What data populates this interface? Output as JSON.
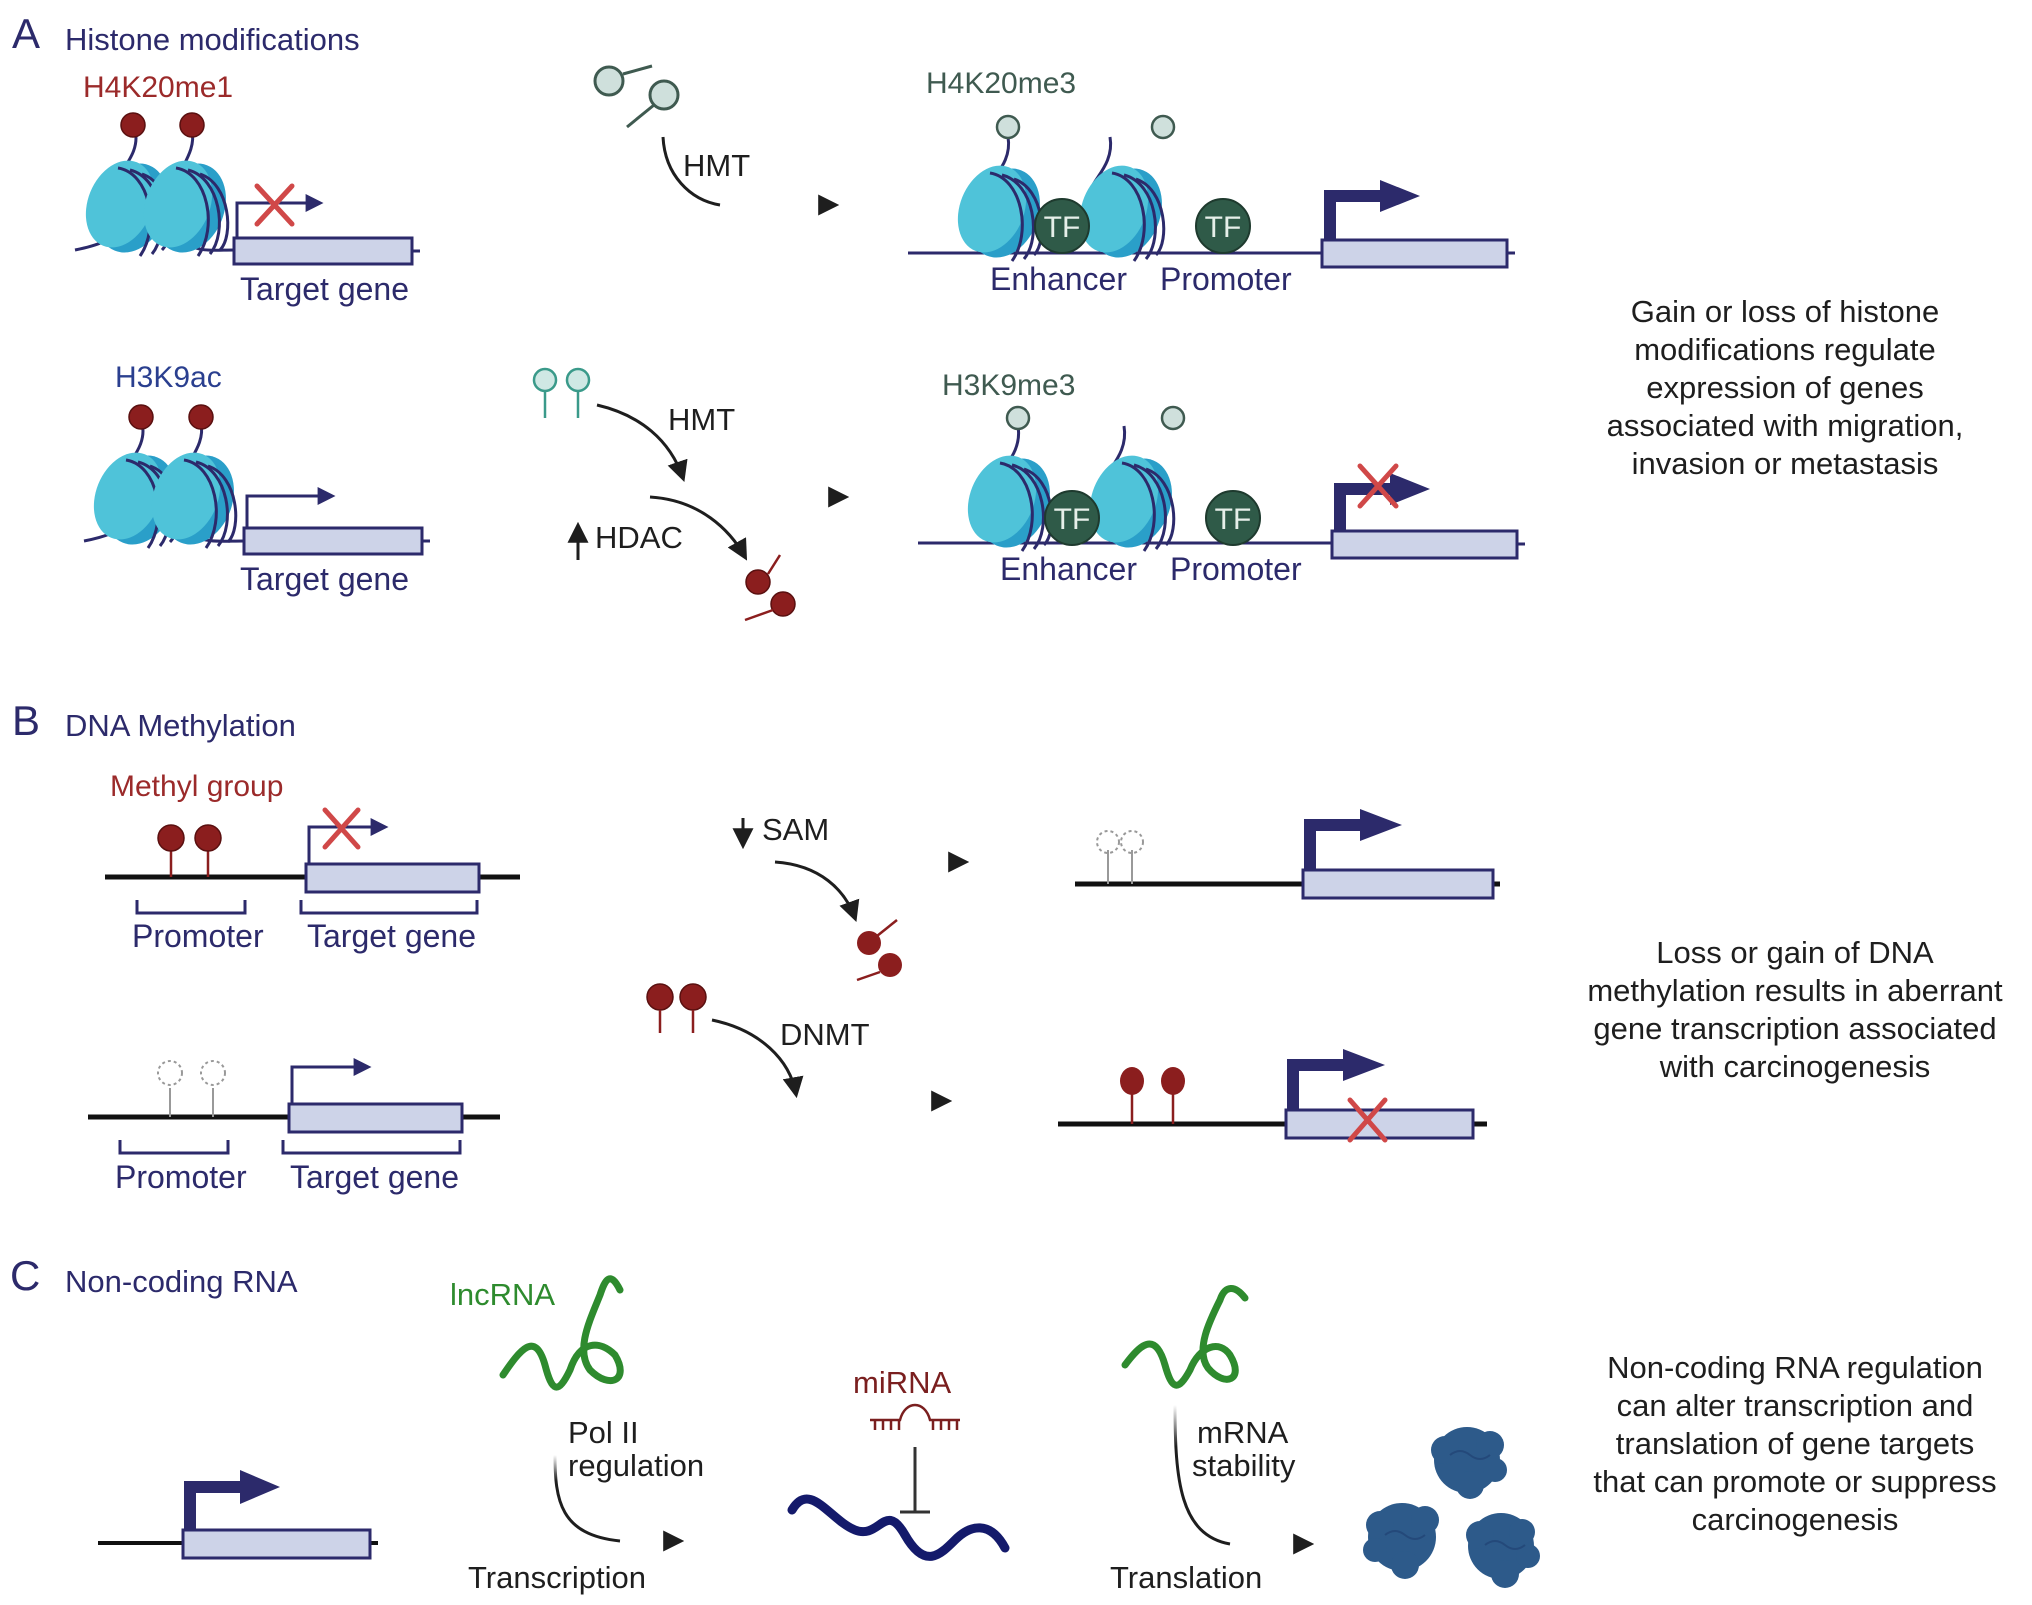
{
  "panels": {
    "A": {
      "letter": "A",
      "title": "Histone modifications",
      "row1": {
        "mark_left": "H4K20me1",
        "gene_label": "Target gene",
        "enzyme": "HMT",
        "mark_right": "H4K20me3",
        "enhancer": "Enhancer",
        "promoter": "Promoter",
        "tf": "TF"
      },
      "row2": {
        "mark_left": "H3K9ac",
        "gene_label": "Target gene",
        "enzyme_top": "HMT",
        "enzyme_bottom": "HDAC",
        "mark_right": "H3K9me3",
        "enhancer": "Enhancer",
        "promoter": "Promoter",
        "tf": "TF"
      },
      "description": [
        "Gain or loss of histone",
        "modifications regulate",
        "expression of genes",
        "associated with migration,",
        "invasion or metastasis"
      ]
    },
    "B": {
      "letter": "B",
      "title": "DNA Methylation",
      "methyl_label": "Methyl group",
      "row1": {
        "promoter": "Promoter",
        "gene_label": "Target gene",
        "cofactor": "SAM"
      },
      "row2": {
        "promoter": "Promoter",
        "gene_label": "Target gene",
        "enzyme": "DNMT"
      },
      "description": [
        "Loss or gain of DNA",
        "methylation results in aberrant",
        "gene transcription associated",
        "with carcinogenesis"
      ]
    },
    "C": {
      "letter": "C",
      "title": "Non-coding RNA",
      "lncrna": "lncRNA",
      "pol_line1": "Pol II",
      "pol_line2": "regulation",
      "transcription": "Transcription",
      "mirna": "miRNA",
      "stab_line1": "mRNA",
      "stab_line2": "stability",
      "translation": "Translation",
      "description": [
        "Non-coding RNA regulation",
        "can alter transcription and",
        "translation of gene targets",
        "that can promote or suppress",
        "carcinogenesis"
      ]
    }
  },
  "colors": {
    "navy": "#2c2a6b",
    "methyl_red": "#8b1e1e",
    "nucleosome_light": "#4fc3d9",
    "nucleosome_dark": "#2a9fc9",
    "tf_green": "#2f5a48",
    "gene_box": "#cdd3e8",
    "lncrna_green": "#2e8b2e",
    "protein_blue": "#2d5a8a",
    "inhibit_x": "#d04848"
  }
}
